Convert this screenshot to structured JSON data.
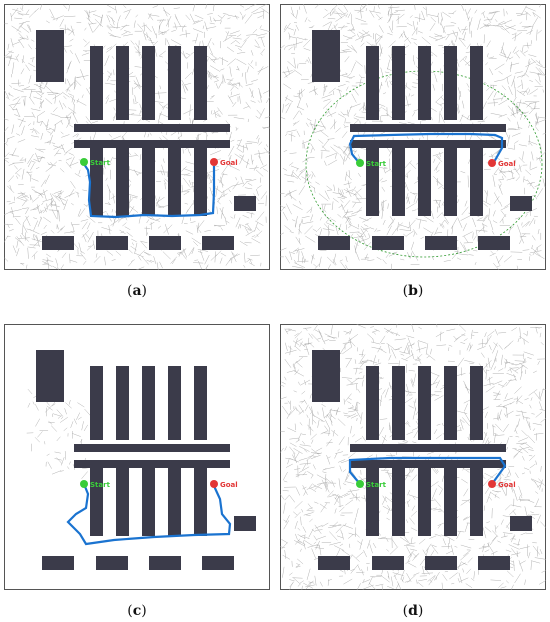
{
  "labels": {
    "start": "Start",
    "goal": "Goal"
  },
  "colors": {
    "obstacle": "#3b3b4a",
    "tree": "#a9a9a9",
    "path": "#1a73d0",
    "start": "#39cc39",
    "goal": "#e23636",
    "sampling_region": "#2e9a2e",
    "border": "#555555"
  },
  "panels": [
    {
      "id": "a",
      "caption_open": "(",
      "caption_letter": "a",
      "caption_close": ")"
    },
    {
      "id": "b",
      "caption_open": "(",
      "caption_letter": "b",
      "caption_close": ")"
    },
    {
      "id": "c",
      "caption_open": "(",
      "caption_letter": "c",
      "caption_close": ")"
    },
    {
      "id": "d",
      "caption_open": "(",
      "caption_letter": "d",
      "caption_close": ")"
    }
  ]
}
